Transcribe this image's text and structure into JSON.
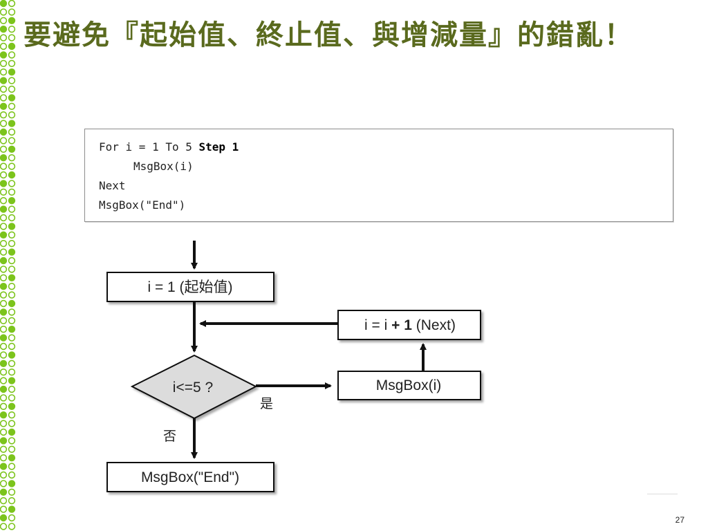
{
  "slide": {
    "title": "要避免『起始值、終止值、與增減量』的錯亂！",
    "page_number": "27"
  },
  "code": {
    "line1_text": "For i = 1 To 5 ",
    "line1_bold": "Step 1",
    "line2": "MsgBox(i)",
    "line3": "Next",
    "line4": "MsgBox(\"End\")"
  },
  "flowchart": {
    "init_box": "i = 1 (起始值)",
    "increment_box_pre": "i = i ",
    "increment_box_bold": "+ 1",
    "increment_box_post": " (Next)",
    "condition": "i<=5 ?",
    "body_box": "MsgBox(i)",
    "end_box": "MsgBox(\"End\")",
    "yes_label": "是",
    "no_label": "否"
  },
  "colors": {
    "title": "#5a6a1e",
    "dot_green": "#7cc41c",
    "diamond_fill": "#dcdcdc"
  }
}
